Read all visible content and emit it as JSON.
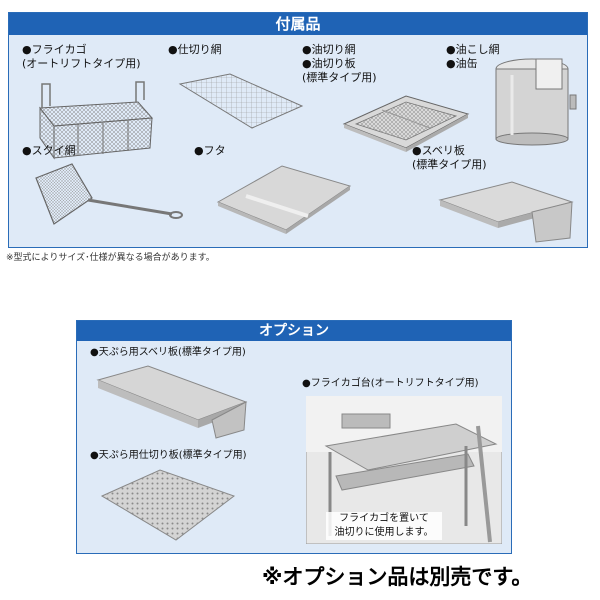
{
  "accessories": {
    "title": "付属品",
    "items": [
      {
        "lines": [
          "●フライカゴ",
          "(オートリフトタイプ用)"
        ],
        "icon": "fry-basket-icon"
      },
      {
        "lines": [
          "●仕切り網"
        ],
        "icon": "divider-net-icon"
      },
      {
        "lines": [
          "●油切り網",
          "●油切り板",
          "(標準タイプ用)"
        ],
        "icon": "oil-drain-tray-icon"
      },
      {
        "lines": [
          "●油こし網",
          "●油缶"
        ],
        "icon": "oil-can-icon"
      },
      {
        "lines": [
          "●スクイ網"
        ],
        "icon": "skimmer-icon"
      },
      {
        "lines": [
          "●フタ"
        ],
        "icon": "lid-icon"
      },
      {
        "lines": [
          "●スベリ板",
          "(標準タイプ用)"
        ],
        "icon": "slide-plate-icon"
      }
    ],
    "note": "※型式によりサイズ･仕様が異なる場合があります。"
  },
  "options": {
    "title": "オプション",
    "items": [
      {
        "lines": [
          "●天ぷら用スベリ板(標準タイプ用)"
        ],
        "icon": "tempura-slide-plate-icon"
      },
      {
        "lines": [
          "●天ぷら用仕切り板(標準タイプ用)"
        ],
        "icon": "tempura-divider-plate-icon"
      },
      {
        "lines": [
          "●フライカゴ台(オートリフトタイプ用)"
        ],
        "icon": "fry-basket-stand-icon"
      }
    ],
    "stand_caption": [
      "フライカゴを置いて",
      "油切りに使用します。"
    ]
  },
  "footer": "※オプション品は別売です。",
  "colors": {
    "header": "#1f63b5",
    "panel_bg": "#dfeaf7"
  }
}
